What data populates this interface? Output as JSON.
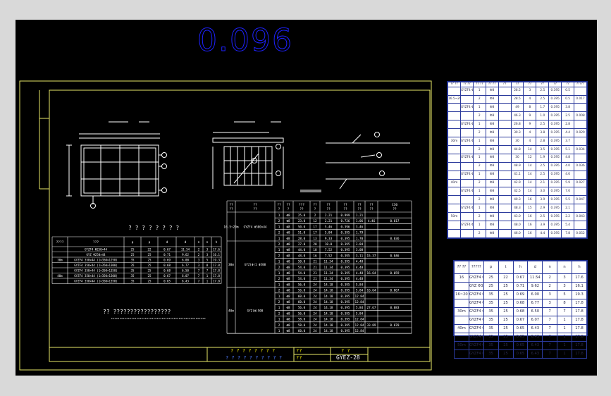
{
  "title_value": "0.096",
  "sheet": {
    "drawing_code": "GYEZ-28",
    "title_block_caption": "? ? ? ? ? ? ? ?",
    "title_block_caption_2": "? ? ? ? ? ? ? ? ? ?",
    "title_block_mark": "??",
    "title_block_mark_2": "??",
    "title_block_mark_3": "? ?",
    "note_title": "?? ?????????????????",
    "left_table_title": "? ? ? ? ? ? ? ?"
  },
  "left_table": {
    "headers": [
      "??\n??",
      "???",
      "p",
      "p",
      "d",
      "d",
      "n",
      "n",
      "h"
    ],
    "rows": [
      [
        "",
        "GYZF4 Φ250×44",
        "25",
        "22",
        "0.67",
        "11.54",
        "2",
        "3",
        "17.6"
      ],
      [
        "",
        "GYZ Φ250×44",
        "25",
        "25",
        "0.71",
        "9.62",
        "2",
        "3",
        "16.1"
      ],
      [
        "30m",
        "GYZF4 350×44 (1×350×1250)",
        "35",
        "25",
        "0.69",
        "6.00",
        "3",
        "5",
        "19.3"
      ],
      [
        "",
        "GYZF4 350×44 (1×350×1300)",
        "35",
        "25",
        "0.68",
        "6.77",
        "3",
        "8",
        "17.8"
      ],
      [
        "",
        "GYZF4 350×44 (1×350×1350)",
        "35",
        "25",
        "0.68",
        "6.50",
        "7",
        "7",
        "17.8"
      ],
      [
        "40m",
        "GYZF4 350×44 (1×350×1300)",
        "35",
        "25",
        "0.67",
        "6.07",
        "7",
        "1",
        "17.8"
      ],
      [
        "",
        "GYZF4 350×44 (1×350×1350)",
        "35",
        "25",
        "0.65",
        "6.43",
        "7",
        "1",
        "17.8"
      ]
    ]
  },
  "main_table": {
    "headers": [
      "??\n??",
      "??\n??",
      "??\n?",
      "??\n?",
      "???\n??",
      "??\n?",
      "??\n??",
      "??\n??",
      "??\n??",
      "??\n??",
      "C30\n??"
    ],
    "groups": [
      {
        "span": "16.5~20m",
        "type": "GYZF4 Φ500×44 / GYZF4 Φ350×44"
      },
      {
        "span": "30m",
        "type": "GYZ(Φ)1 Φ500 / GYZ(Φ)500 / GYZ(Φ)500"
      },
      {
        "span": "40m",
        "type": "GYZ(Φ)500 / GYZ(Φ)500"
      }
    ],
    "rows": [
      [
        "1",
        "Φ8",
        "25.0",
        "2",
        "2.21",
        "0.999",
        "1.21"
      ],
      [
        "2",
        "Φ8",
        "23.0",
        "12",
        "2.21",
        "0.726",
        "1.06"
      ],
      [
        "1",
        "Φ8",
        "50.0",
        "17",
        "5.46",
        "0.396",
        "3.46"
      ],
      [
        "2",
        "Φ8",
        "51.0",
        "17",
        "5.84",
        "0.395",
        "1.79"
      ],
      [
        "1",
        "Φ8",
        "28.0",
        "13",
        "9.33",
        "0.395",
        "1.70"
      ],
      [
        "2",
        "Φ8",
        "27.0",
        "20",
        "10.0",
        "0.395",
        "3.84"
      ],
      [
        "1",
        "Φ8",
        "44.0",
        "18",
        "7.52",
        "0.395",
        "3.08"
      ],
      [
        "2",
        "Φ8",
        "44.0",
        "16",
        "7.52",
        "0.395",
        "3.11"
      ],
      [
        "1",
        "Φ8",
        "50.0",
        "21",
        "11.34",
        "0.395",
        "4.48"
      ],
      [
        "2",
        "Φ8",
        "54.0",
        "21",
        "11.34",
        "0.395",
        "4.48"
      ],
      [
        "1",
        "Φ8",
        "54.0",
        "21",
        "11.34",
        "0.395",
        "4.48"
      ],
      [
        "2",
        "Φ8",
        "54.0",
        "21",
        "11.34",
        "0.395",
        "4.48"
      ],
      [
        "1",
        "Φ8",
        "56.0",
        "24",
        "14.18",
        "0.395",
        "5.84"
      ],
      [
        "2",
        "Φ8",
        "56.0",
        "24",
        "14.18",
        "0.395",
        "5.84"
      ],
      [
        "1",
        "Φ8",
        "60.0",
        "24",
        "14.18",
        "0.395",
        "12.84"
      ],
      [
        "2",
        "Φ8",
        "60.0",
        "24",
        "14.18",
        "0.395",
        "12.84"
      ],
      [
        "1",
        "Φ8",
        "56.0",
        "24",
        "14.18",
        "0.395",
        "5.84"
      ],
      [
        "2",
        "Φ8",
        "56.0",
        "24",
        "14.18",
        "0.395",
        "5.84"
      ],
      [
        "1",
        "Φ8",
        "58.0",
        "24",
        "14.18",
        "0.395",
        "12.84"
      ],
      [
        "2",
        "Φ8",
        "58.0",
        "24",
        "14.18",
        "0.395",
        "12.84"
      ],
      [
        "1",
        "Φ8",
        "60.0",
        "24",
        "14.18",
        "0.395",
        "12.84"
      ]
    ],
    "totals": [
      {
        "weight": "4.46",
        "concrete": "0.017"
      },
      {
        "weight": "",
        "concrete": "0.036"
      },
      {
        "weight": "15.37",
        "concrete": "0.046"
      },
      {
        "weight": "16.64",
        "concrete": "0.059"
      },
      {
        "weight": "16.64",
        "concrete": "0.067"
      },
      {
        "weight": "27.67",
        "concrete": "0.083"
      },
      {
        "weight": "33.89",
        "concrete": "0.070"
      }
    ]
  },
  "right_table_a": {
    "headers": [
      "??\n??",
      "??\n??",
      "??\n??",
      "??\n??",
      "??",
      "??",
      "??",
      "??",
      "??",
      "??",
      "?????"
    ],
    "rows": [
      [
        "",
        "GYZF4 Φ500×44",
        "1",
        "Φ8",
        "",
        "28.5",
        "3",
        "2.5",
        "0.395",
        "0.5",
        ""
      ],
      [
        "16.5~20m",
        "",
        "2",
        "Φ8",
        "",
        "28.5",
        "4",
        "2.5",
        "0.395",
        "0.5",
        "0.017"
      ],
      [
        "",
        "GYZF4 Φ350×44",
        "1",
        "Φ8",
        "",
        "49",
        "8",
        "1.7",
        "0.395",
        "3.8",
        ""
      ],
      [
        "",
        "",
        "2",
        "Φ8",
        "",
        "46.3",
        "9",
        "1.0",
        "0.395",
        "2.5",
        "0.008"
      ],
      [
        "",
        "GYZF4 Φ500×44",
        "1",
        "Φ8",
        "",
        "26.8",
        "9",
        "2.5",
        "0.395",
        "2.8",
        ""
      ],
      [
        "",
        "",
        "2",
        "Φ8",
        "",
        "30.3",
        "4",
        "3.8",
        "0.395",
        "4.4",
        "0.029"
      ],
      [
        "30m",
        "GYZF4 Φ500×44",
        "1",
        "Φ8",
        "",
        "30",
        "4",
        "2.8",
        "0.395",
        "3.7",
        ""
      ],
      [
        "",
        "",
        "2",
        "Φ8",
        "",
        "44.8",
        "14",
        "3.5",
        "0.395",
        "5.1",
        "0.034"
      ],
      [
        "",
        "GYZF4 Φ350×44",
        "1",
        "Φ8",
        "",
        "30",
        "12",
        "1.9",
        "0.395",
        "4.8",
        ""
      ],
      [
        "",
        "",
        "2",
        "Φ8",
        "",
        "48.9",
        "14",
        "2.5",
        "0.395",
        "4.0",
        "0.036"
      ],
      [
        "",
        "GYZF4 Φ500×44",
        "1",
        "Φ8",
        "",
        "41.1",
        "14",
        "2.5",
        "0.395",
        "4.0",
        ""
      ],
      [
        "40m",
        "",
        "2",
        "Φ8",
        "",
        "42.9",
        "14",
        "2.1",
        "0.395",
        "5.9",
        "0.027"
      ],
      [
        "",
        "GYZF4 Φ500×44",
        "1",
        "Φ8",
        "",
        "42.5",
        "14",
        "3.0",
        "0.395",
        "7.0",
        ""
      ],
      [
        "",
        "",
        "2",
        "Φ8",
        "",
        "40.3",
        "16",
        "3.9",
        "0.395",
        "5.5",
        "0.047"
      ],
      [
        "",
        "GYZF4 Φ500×44",
        "1",
        "Φ8",
        "",
        "48.3",
        "15",
        "2.9",
        "0.395",
        "2.1",
        ""
      ],
      [
        "50m",
        "",
        "2",
        "Φ8",
        "",
        "43.0",
        "16",
        "2.5",
        "0.395",
        "2.2",
        "0.043"
      ],
      [
        "",
        "GYZF4 Φ500×44",
        "1",
        "Φ8",
        "",
        "48.0",
        "16",
        "3.9",
        "0.395",
        "5.4",
        ""
      ],
      [
        "",
        "",
        "2",
        "Φ8",
        "",
        "46.0",
        "16",
        "4.4",
        "0.395",
        "7.8",
        "0.052"
      ]
    ]
  },
  "right_table_b": {
    "headers": [
      "??\n??",
      "?????",
      "p",
      "t",
      "h",
      "d",
      "n",
      "n",
      "h"
    ],
    "rows": [
      [
        "16",
        "GYZF4 Φ500×44",
        "25",
        "22",
        "0.67",
        "11.54",
        "2",
        "3",
        "17.6"
      ],
      [
        "",
        "GYZ Φ350×44",
        "25",
        "25",
        "0.71",
        "9.62",
        "2",
        "3",
        "16.1"
      ],
      [
        "16~20",
        "GYZF4 Φ500×44",
        "35",
        "25",
        "0.69",
        "6.00",
        "3",
        "5",
        "19.3"
      ],
      [
        "",
        "GYZF4 Φ350×44",
        "35",
        "25",
        "0.68",
        "6.77",
        "3",
        "8",
        "17.8"
      ],
      [
        "30m",
        "GYZF4 Φ500×44",
        "35",
        "25",
        "0.68",
        "6.50",
        "7",
        "7",
        "17.8"
      ],
      [
        "",
        "GYZF4 Φ350×44",
        "35",
        "25",
        "0.67",
        "6.07",
        "7",
        "1",
        "17.8"
      ],
      [
        "40m",
        "GYZF4 Φ500×44",
        "35",
        "25",
        "0.65",
        "6.43",
        "7",
        "1",
        "17.8"
      ],
      [
        "",
        "GYZF4 Φ350×44",
        "35",
        "25",
        "0.65",
        "6.43",
        "7",
        "1",
        "17.8"
      ],
      [
        "50m",
        "GYZF4 Φ500×44",
        "35",
        "25",
        "0.65",
        "6.43",
        "7",
        "1",
        "17.8"
      ],
      [
        "",
        "GYZF4 Φ350×44",
        "35",
        "25",
        "0.65",
        "6.43",
        "7",
        "1",
        "17.8"
      ]
    ]
  },
  "colors": {
    "frame": "#ffffff",
    "sheet_border": "#e8e868",
    "drawing_lines": "#ffffff",
    "title_number": "#1e22ff",
    "title_block_text": "#e8e000"
  }
}
